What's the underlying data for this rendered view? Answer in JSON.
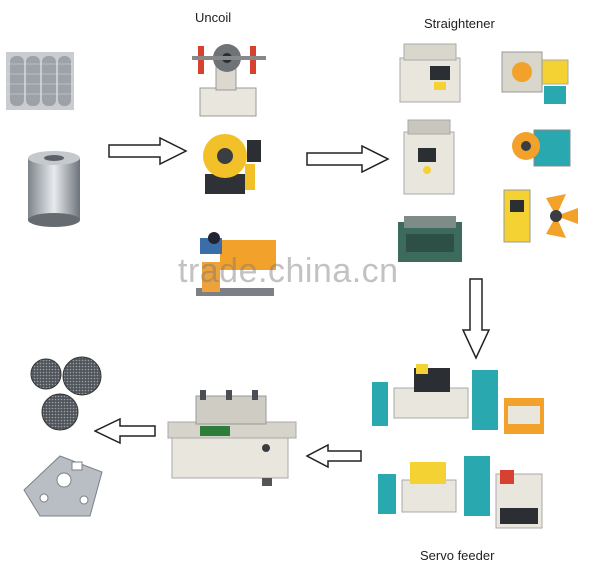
{
  "labels": {
    "uncoil": "Uncoil",
    "straightener": "Straightener",
    "servo_feeder": "Servo feeder"
  },
  "watermark": "trade.china.cn",
  "colors": {
    "machine_white": "#e9e6de",
    "machine_orange": "#f2a22a",
    "machine_yellow": "#f4d233",
    "machine_teal": "#2aa8b0",
    "metal_gray": "#9aa0a6",
    "arrow_stroke": "#222222"
  },
  "icons": [
    "raw-material-mesh-icon",
    "raw-material-coil-icon",
    "uncoiler-machine-icon",
    "straightener-machine-icon",
    "servo-feeder-machine-icon",
    "die-cutting-machine-icon",
    "finished-filter-disc-icon",
    "finished-stamped-part-icon"
  ]
}
